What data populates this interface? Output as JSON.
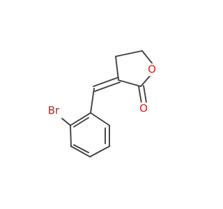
{
  "molecule": {
    "atoms": {
      "oxygen_ring": {
        "symbol": "O",
        "color": "#ff0d0d"
      },
      "oxygen_carbonyl": {
        "symbol": "O",
        "color": "#ff0d0d"
      },
      "bromine": {
        "symbol": "Br",
        "color": "#a62929"
      }
    },
    "bond_color": "#404040",
    "background": "#ffffff"
  }
}
